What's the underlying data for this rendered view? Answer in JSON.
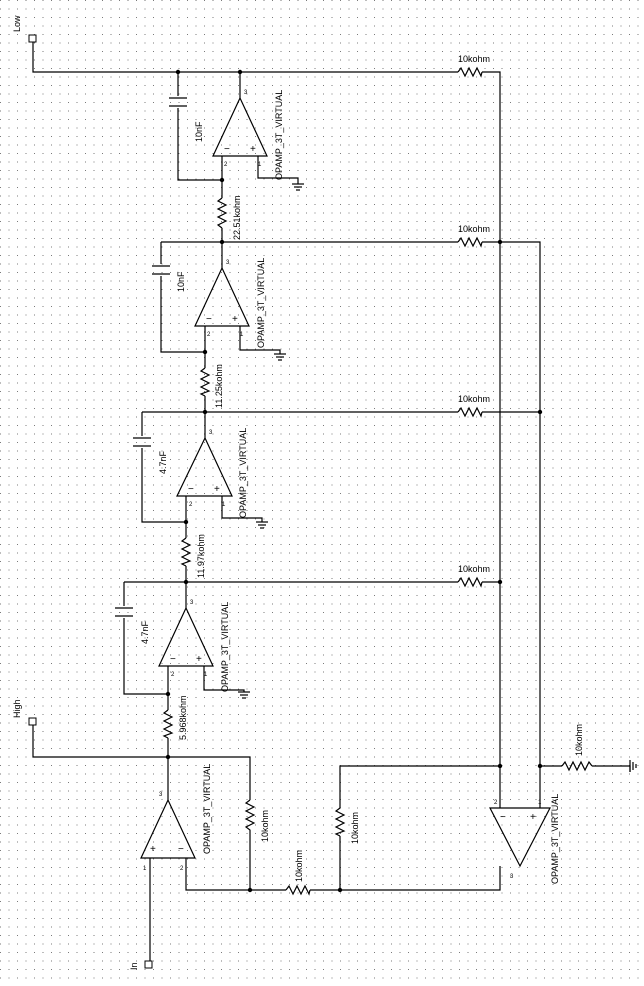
{
  "ports": {
    "low": "Low",
    "high": "High",
    "in": "In"
  },
  "opamp_model": "OPAMP_3T_VIRTUAL",
  "pins": {
    "out": "3",
    "inv": "2",
    "noninv": "1"
  },
  "signs": {
    "minus": "−",
    "plus": "+"
  },
  "stages": [
    {
      "cap": "10nF",
      "res": "22.51kohm",
      "feedback": "10kohm"
    },
    {
      "cap": "10nF",
      "res": "11.25kohm",
      "feedback": "10kohm"
    },
    {
      "cap": "4.7nF",
      "res": "11.97kohm",
      "feedback": "10kohm"
    },
    {
      "cap": "4.7nF",
      "res": "5.968kohm",
      "feedback": "10kohm"
    }
  ],
  "input_stage": {
    "feedback": "10kohm",
    "series": "10kohm"
  },
  "summer": {
    "feedback": "10kohm",
    "ground_res": "10kohm"
  }
}
